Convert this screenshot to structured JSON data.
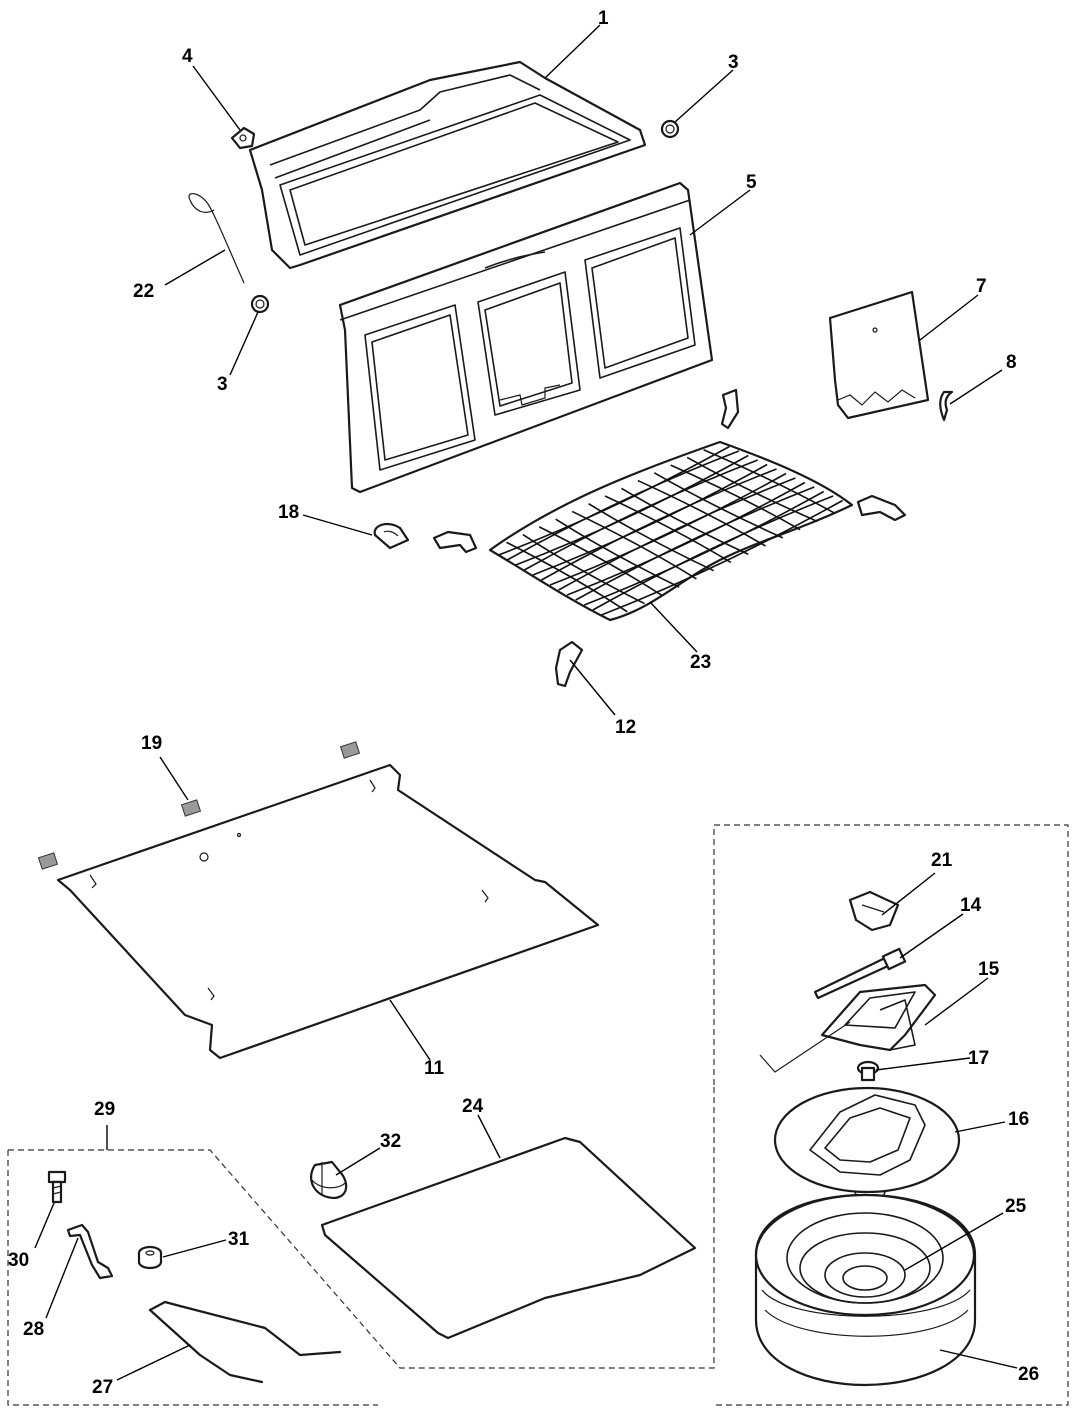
{
  "callouts": [
    "1",
    "3",
    "4",
    "5",
    "22",
    "3",
    "7",
    "8",
    "18",
    "23",
    "12",
    "19",
    "11",
    "21",
    "14",
    "15",
    "17",
    "16",
    "29",
    "24",
    "32",
    "25",
    "30",
    "31",
    "28",
    "27",
    "26"
  ]
}
